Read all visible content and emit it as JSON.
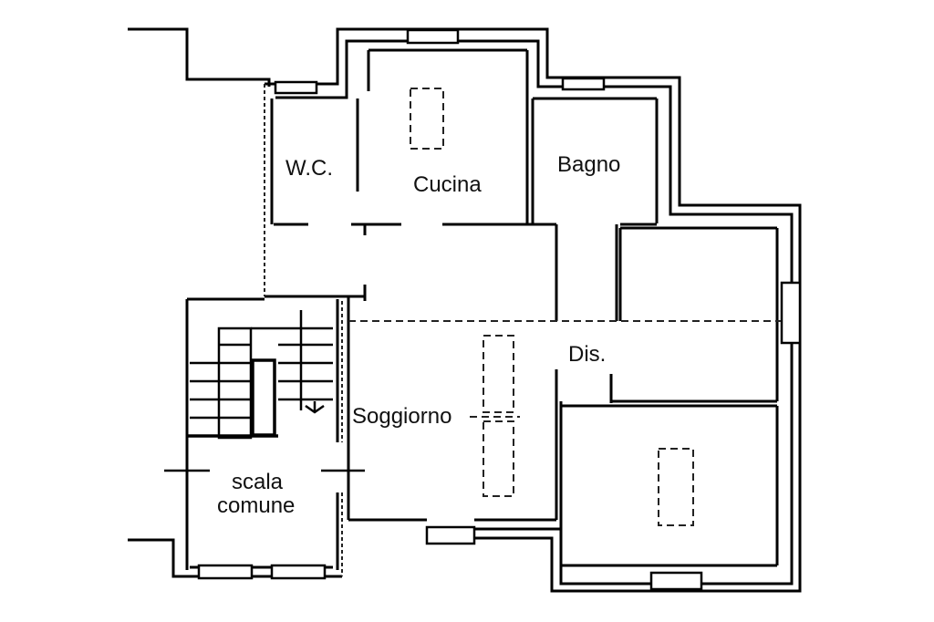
{
  "rooms": {
    "wc": "W.C.",
    "cucina": "Cucina",
    "bagno": "Bagno",
    "dis": "Dis.",
    "soggiorno": "Soggiorno",
    "scala_line1": "scala",
    "scala_line2": "comune"
  },
  "colors": {
    "wall": "#000000",
    "window_fill": "#ffffff",
    "background": "#ffffff",
    "dashed": "#222222"
  }
}
